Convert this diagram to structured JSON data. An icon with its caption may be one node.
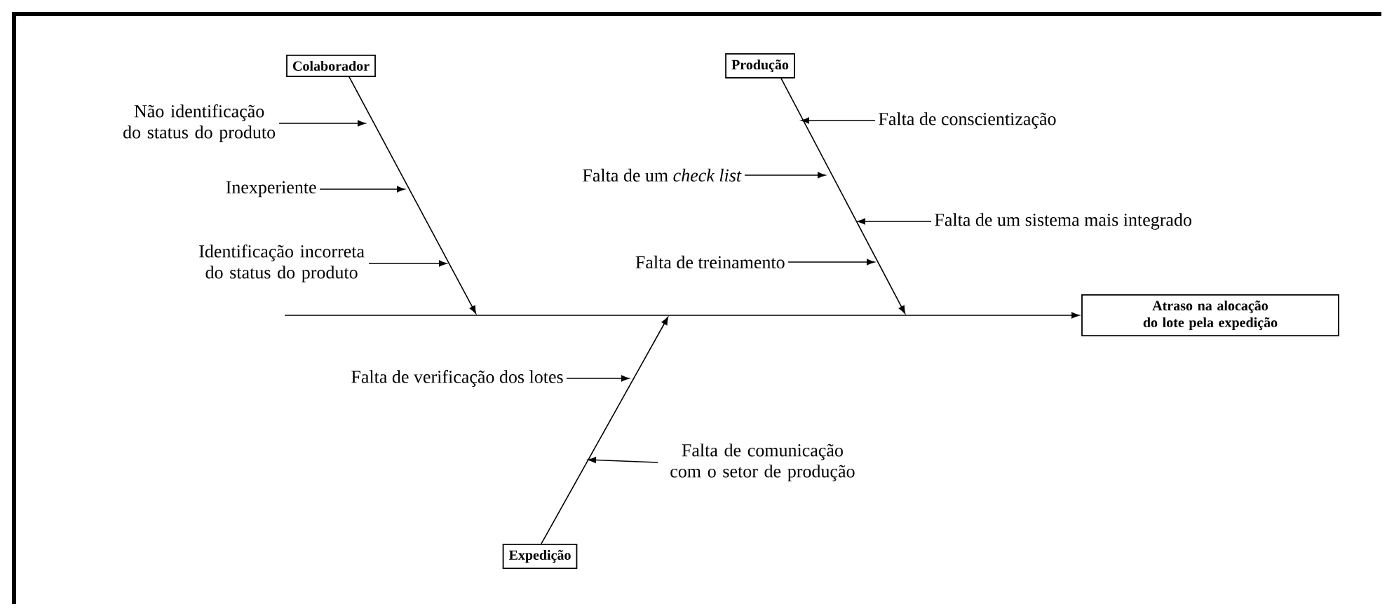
{
  "diagram": {
    "nodes": [
      {
        "text": [
          "Colaborador"
        ]
      },
      {
        "text": [
          "Produção"
        ]
      },
      {
        "text": [
          "Atraso na alocação do lote pela expedição"
        ]
      },
      {
        "text": [
          "Expedição"
        ]
      },
      {
        "text": [
          "Não identificação do status do produto"
        ]
      },
      {
        "text": [
          "Inexperiente"
        ]
      },
      {
        "text": [
          "Identificação incorreta do status do produto"
        ]
      },
      {
        "text": [
          "Falta de conscientização"
        ]
      },
      {
        "text": [
          "Falta de um *check list*"
        ]
      },
      {
        "text": [
          "Falta de um sistema mais integrado"
        ]
      },
      {
        "text": [
          "Falta de treinamento"
        ]
      },
      {
        "text": [
          "Falta de verificação dos lotes"
        ]
      },
      {
        "text": [
          "Falta de comunicação com o setor de produção"
        ]
      }
    ],
    "edges": [
      {
        "from": null,
        "to": 2,
        "arrow": "to"
      },
      {
        "from": 0,
        "to": null,
        "arrow": "to"
      },
      {
        "from": 1,
        "to": null,
        "arrow": "to"
      },
      {
        "from": 3,
        "to": null,
        "arrow": "to"
      },
      {
        "from": 4,
        "to": null,
        "arrow": "to"
      },
      {
        "from": 5,
        "to": null,
        "arrow": "to"
      },
      {
        "from": 6,
        "to": null,
        "arrow": "to"
      },
      {
        "from": 7,
        "to": null,
        "arrow": "to"
      },
      {
        "from": 8,
        "to": null,
        "arrow": "to"
      },
      {
        "from": 9,
        "to": null,
        "arrow": "to"
      },
      {
        "from": 10,
        "to": null,
        "arrow": "to"
      },
      {
        "from": 11,
        "to": null,
        "arrow": "to"
      },
      {
        "from": 12,
        "to": null,
        "arrow": "to"
      }
    ]
  }
}
